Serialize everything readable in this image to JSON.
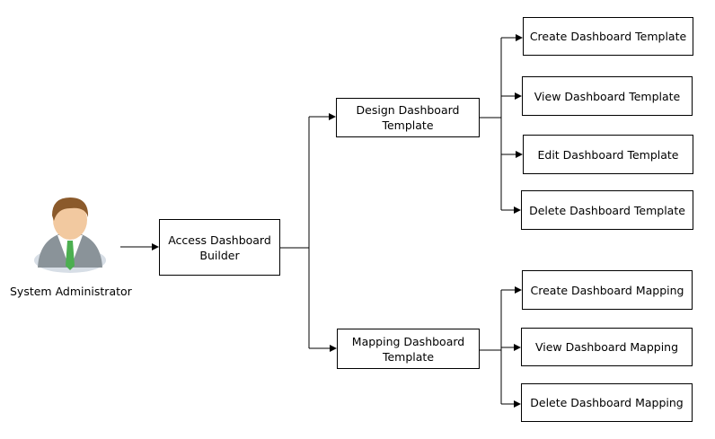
{
  "actor": {
    "label": "System Administrator",
    "icon": "user-avatar-icon"
  },
  "root": {
    "label": "Access Dashboard Builder"
  },
  "groups": [
    {
      "label": "Design Dashboard Template",
      "children": [
        "Create Dashboard Template",
        "View Dashboard Template",
        "Edit Dashboard Template",
        "Delete Dashboard Template"
      ]
    },
    {
      "label": "Mapping Dashboard Template",
      "children": [
        "Create Dashboard Mapping",
        "View Dashboard Mapping",
        "Delete Dashboard Mapping"
      ]
    }
  ],
  "colors": {
    "line": "#000000",
    "box_border": "#000000",
    "suit": "#7f8c8d",
    "tie": "#4caf50",
    "hair": "#8b5a2b",
    "skin": "#f2c9a0"
  }
}
